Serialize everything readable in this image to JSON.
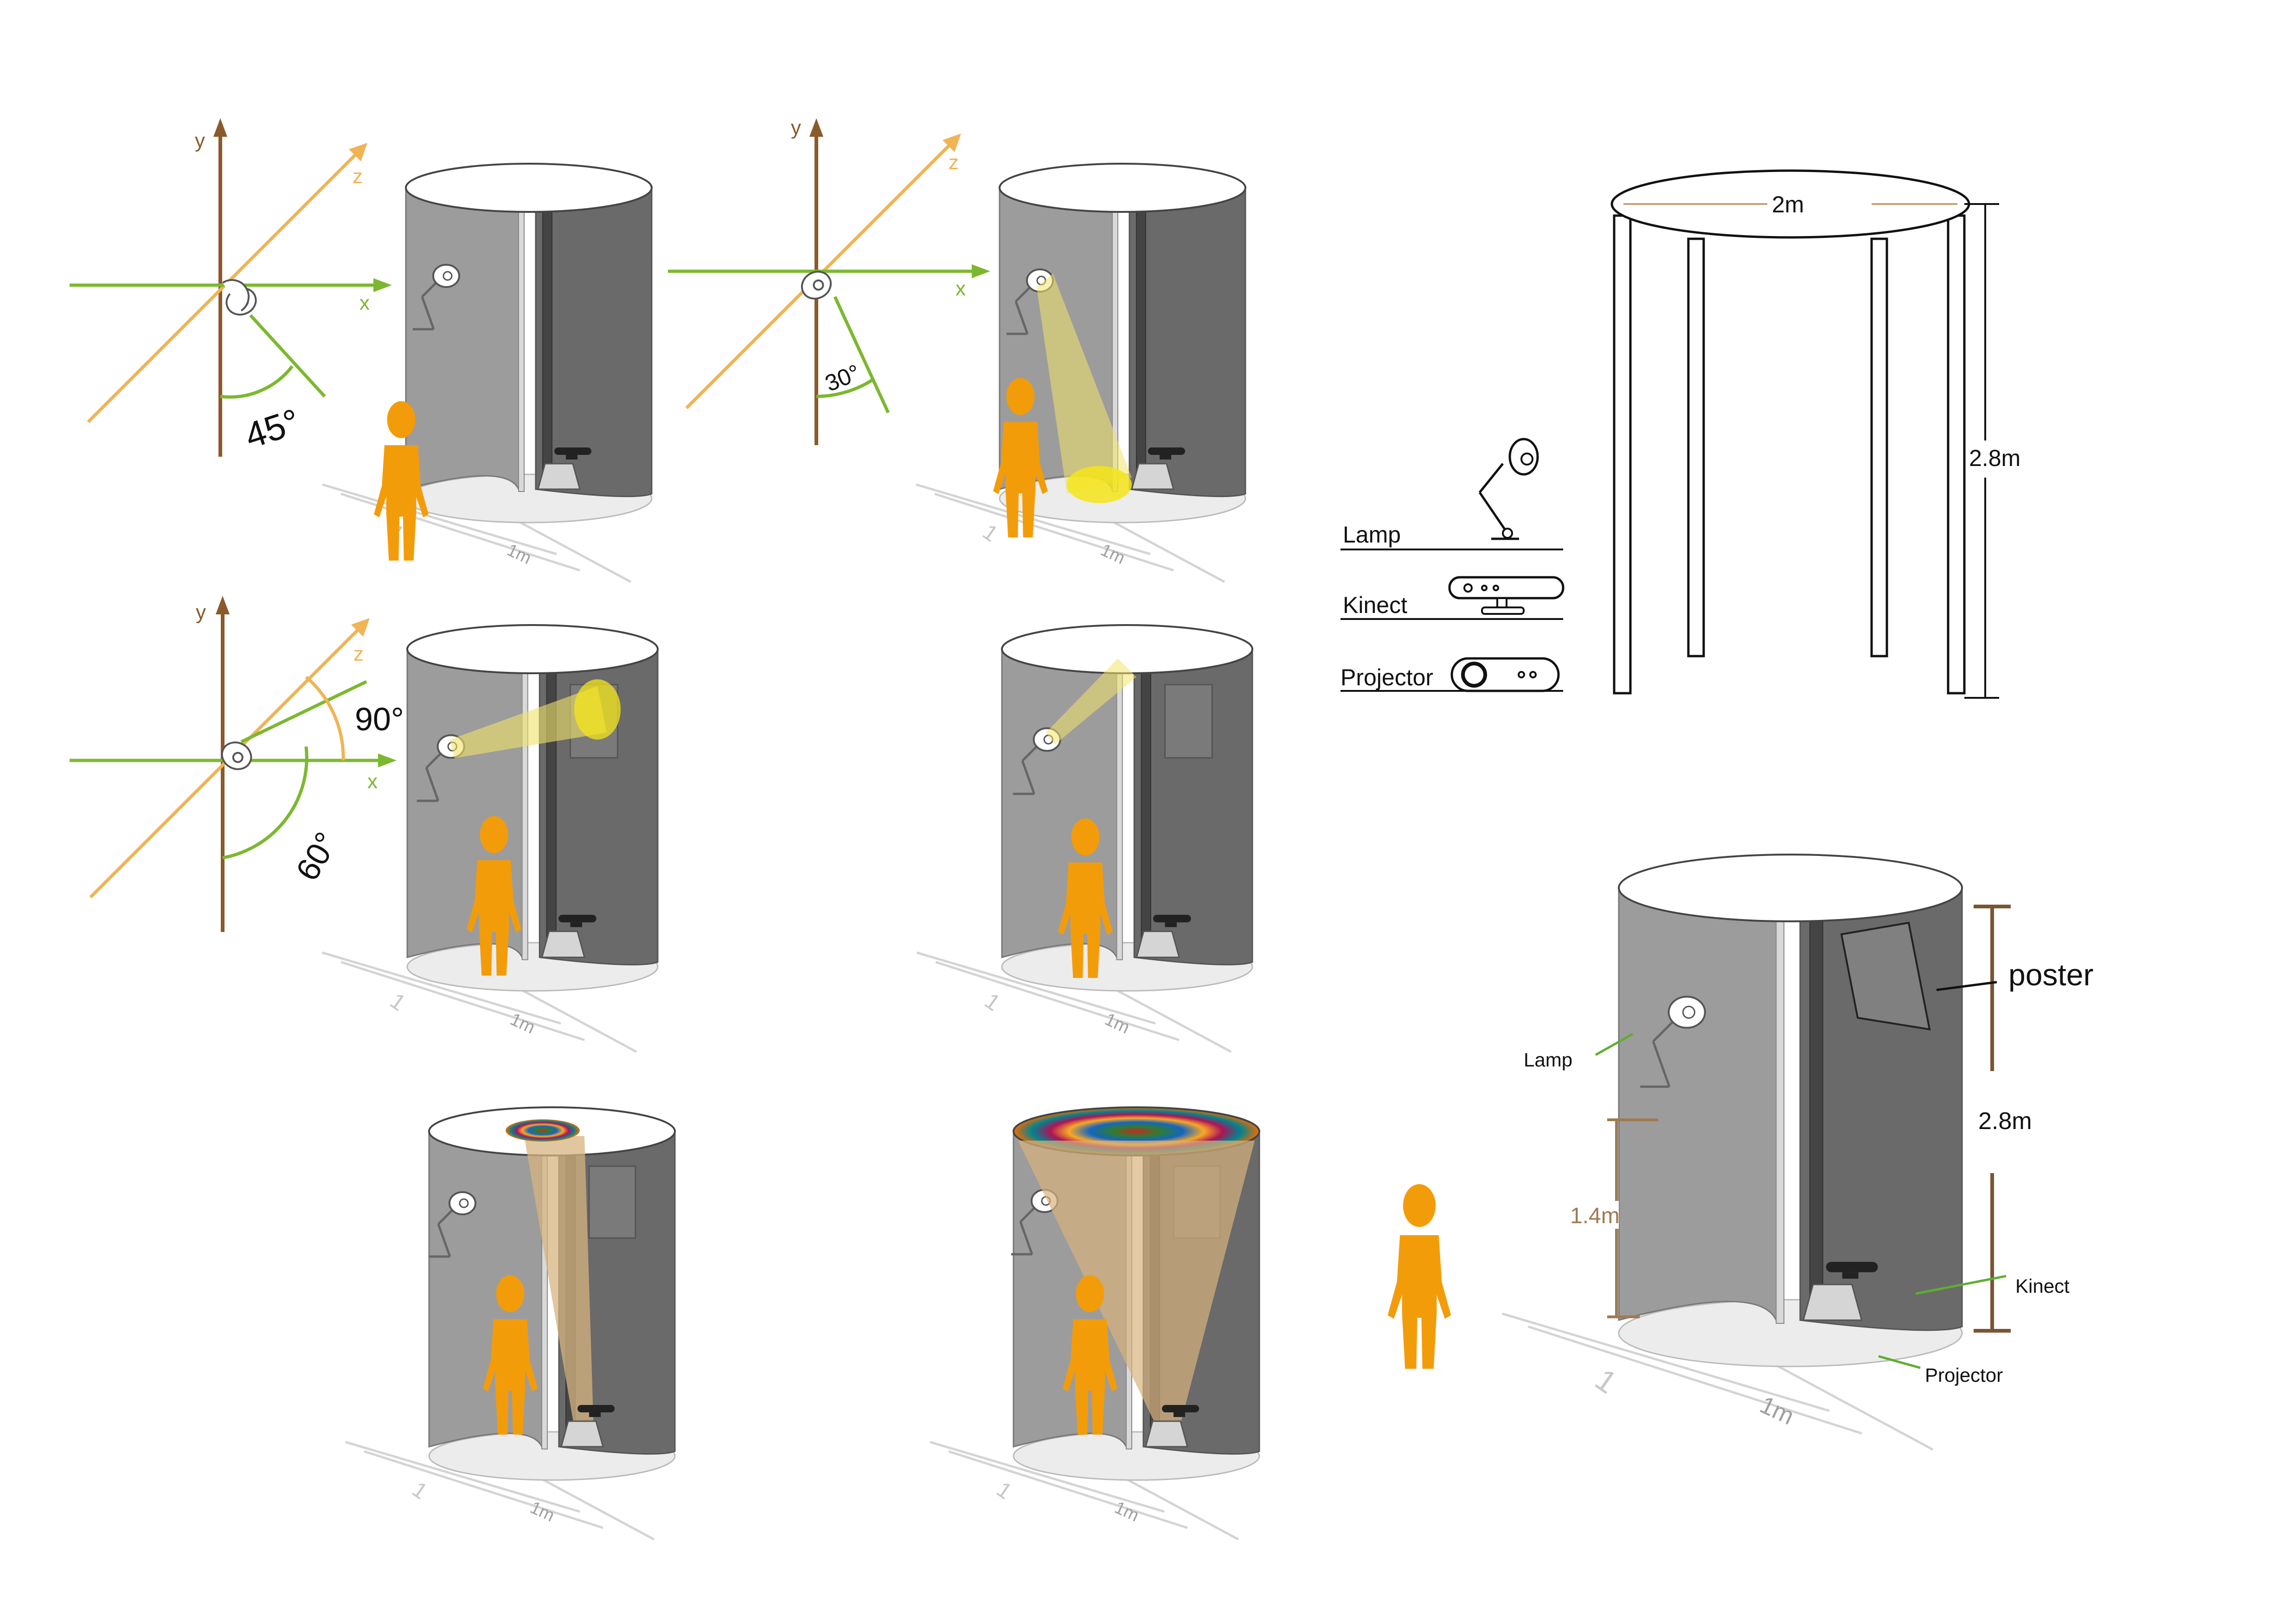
{
  "colors": {
    "y_axis": "#8B5A2B",
    "z_axis": "#F0B454",
    "x_axis": "#7CB82F",
    "angle_arc": "#7CB82F",
    "booth_wall": "#9e9e9e",
    "booth_inner": "#5e5e5e",
    "person": "#F39C0A",
    "light_beam": "#F2E36A",
    "proj_beam": "#D7B47F",
    "dim_line": "#7a5534",
    "pointer_green": "#5EAE2E",
    "floor_line": "#cfcfcf",
    "text": "#111111"
  },
  "axes_panels": [
    {
      "y": "y",
      "z": "z",
      "x": "x",
      "angle1": "45°"
    },
    {
      "y": "y",
      "z": "z",
      "x": "x",
      "angle1": "30°"
    },
    {
      "y": "y",
      "z": "z",
      "x": "x",
      "angle1": "90°",
      "angle2": "60°"
    }
  ],
  "booth_scale_labels": {
    "one": "1",
    "meter": "1m"
  },
  "legend": [
    {
      "label": "Lamp",
      "icon": "lamp-icon"
    },
    {
      "label": "Kinect",
      "icon": "kinect-icon"
    },
    {
      "label": "Projector",
      "icon": "projector-icon"
    }
  ],
  "frame": {
    "width_label": "2m",
    "height_label": "2.8m"
  },
  "detail": {
    "poster": "poster",
    "height": "2.8m",
    "lamp": "Lamp",
    "lamp_height": "1.4m",
    "kinect": "Kinect",
    "projector": "Projector",
    "floor_one": "1",
    "floor_meter": "1m"
  }
}
